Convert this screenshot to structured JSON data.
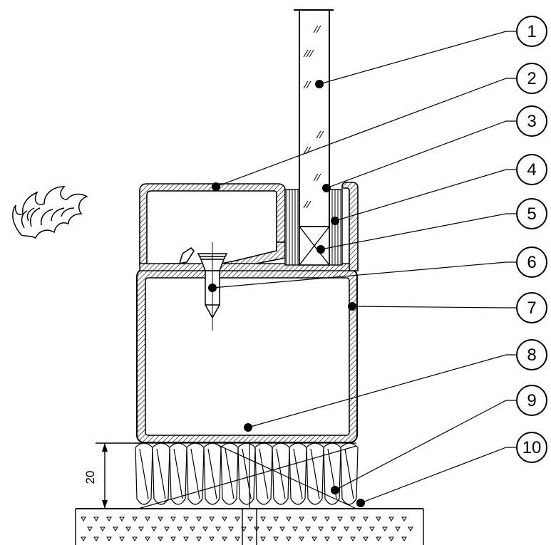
{
  "callouts": [
    {
      "number": "1",
      "part": "glass-pane"
    },
    {
      "number": "2",
      "part": "glazing-bead-profile"
    },
    {
      "number": "3",
      "part": "glass-edge"
    },
    {
      "number": "4",
      "part": "intumescent-strip"
    },
    {
      "number": "5",
      "part": "setting-block"
    },
    {
      "number": "6",
      "part": "screw"
    },
    {
      "number": "7",
      "part": "frame-profile"
    },
    {
      "number": "8",
      "part": "frame-cavity"
    },
    {
      "number": "9",
      "part": "mineral-wool-insulation"
    },
    {
      "number": "10",
      "part": "joint-filling"
    }
  ],
  "dimension": {
    "value": "20"
  },
  "icons": {
    "fire": "fire-icon"
  }
}
